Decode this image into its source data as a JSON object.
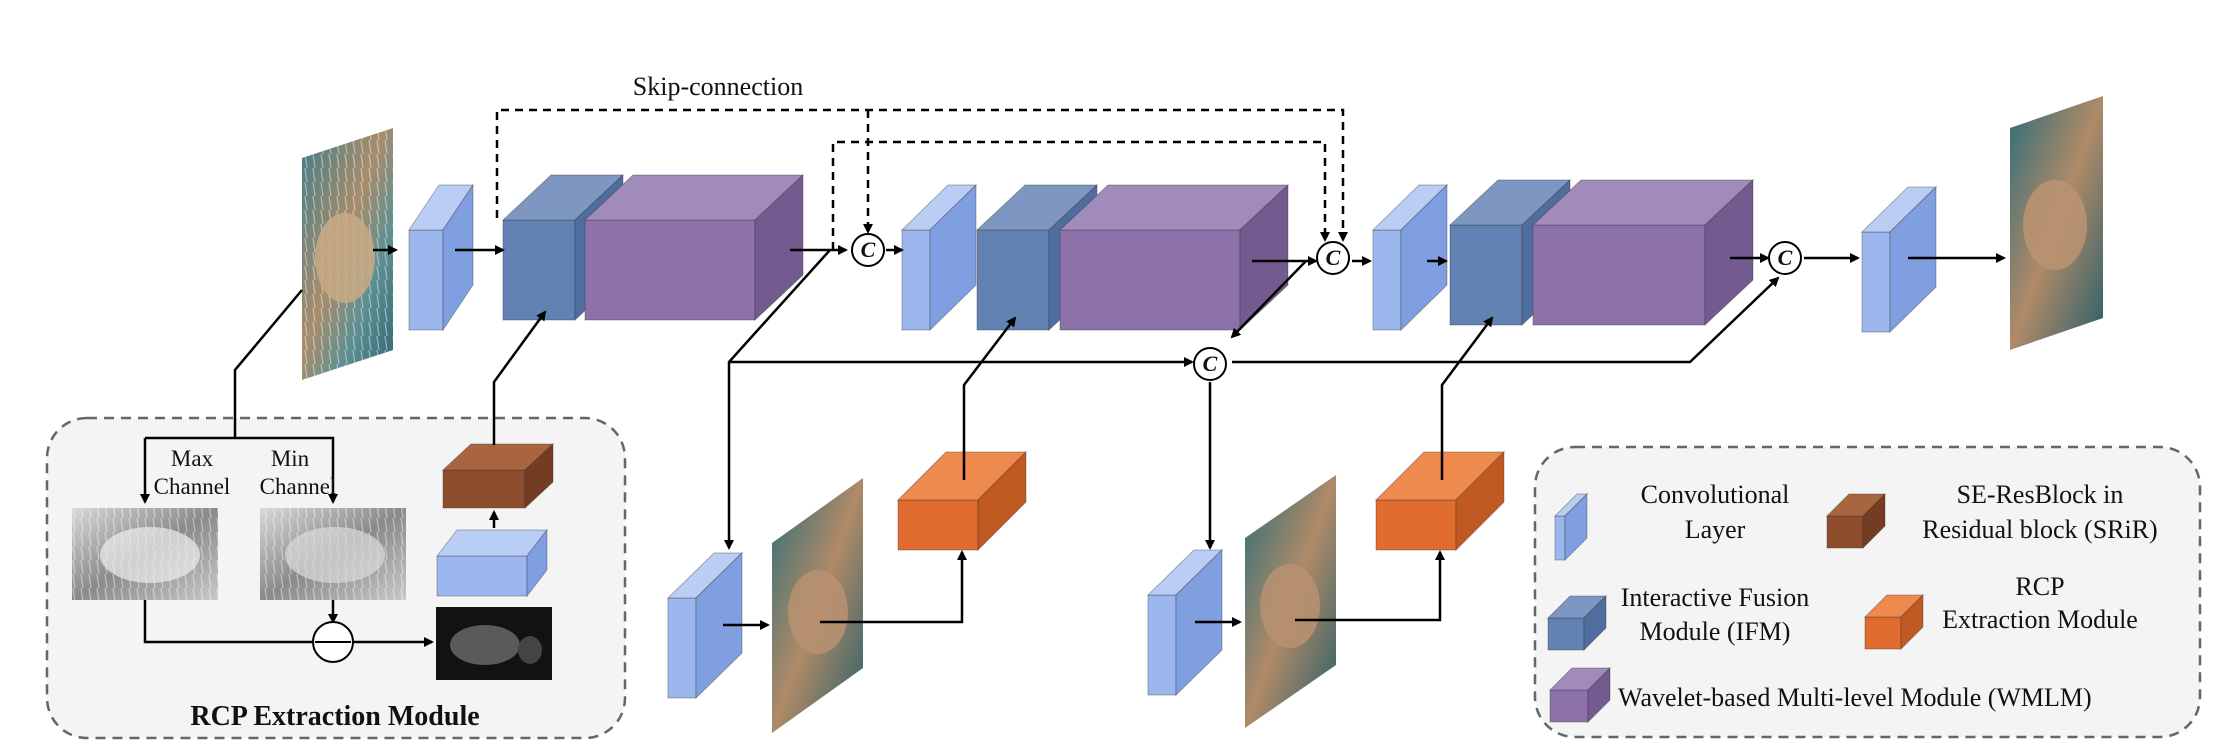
{
  "labels": {
    "skip_connection": "Skip-connection",
    "max_channel_1": "Max",
    "max_channel_2": "Channel",
    "min_channel_1": "Min",
    "min_channel_2": "Channel",
    "rcp_module_title": "RCP Extraction Module",
    "concat_symbol": "C"
  },
  "legend": {
    "conv_1": "Convolutional",
    "conv_2": "Layer",
    "ifm_1": "Interactive Fusion",
    "ifm_2": "Module (IFM)",
    "wmlm": "Wavelet-based Multi-level Module (WMLM)",
    "srir_1": "SE-ResBlock in",
    "srir_2": "Residual block (SRiR)",
    "rcp_1": "RCP",
    "rcp_2": "Extraction Module"
  },
  "colors": {
    "conv_front": "#9bb7ee",
    "conv_top": "#b9cdf5",
    "conv_side": "#7f9fe0",
    "ifm_front": "#6382b4",
    "ifm_top": "#7d97c2",
    "ifm_side": "#4f6d9e",
    "wmlm_front": "#8c72a8",
    "wmlm_top": "#a08bbb",
    "wmlm_side": "#735a8f",
    "srir_front": "#8e4e2e",
    "srir_top": "#a9653f",
    "srir_side": "#743d23",
    "rcp_front": "#e06d2f",
    "rcp_top": "#ef8a4e",
    "rcp_side": "#c05a22",
    "panel_bg": "#f4f4f4",
    "panel_border": "#666666"
  }
}
